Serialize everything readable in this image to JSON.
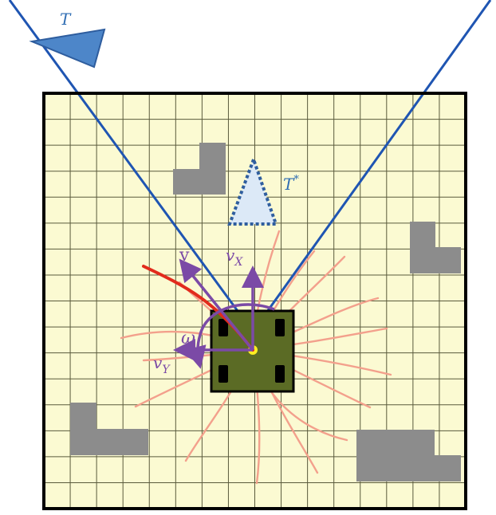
{
  "labels": {
    "target": "T",
    "target_star": "T",
    "target_star_sup": "*",
    "velocity": "v",
    "vx_base": "v",
    "vx_sub": "X",
    "vy_base": "v",
    "vy_sub": "Y",
    "omega": "ω"
  },
  "colors": {
    "background": "#ffffff",
    "grid_fill": "#fbfad2",
    "grid_line": "#5a5a3c",
    "border": "#000000",
    "obstacle": "#8c8c8c",
    "view_cone": "#1f55b2",
    "target_fill": "#4d86c9",
    "target_star_fill": "#dce9f7",
    "target_star_stroke": "#2f5e9e",
    "robot_body": "#5b6b25",
    "robot_wheel": "#000000",
    "robot_center": "#ffee22",
    "trajectory_candidates": "#f3a08c",
    "selected_trajectory": "#e22b1c",
    "velocity_vectors": "#7b4aa6",
    "label_color": "#2f6db3"
  },
  "grid": {
    "rows": 16,
    "cols": 16
  }
}
